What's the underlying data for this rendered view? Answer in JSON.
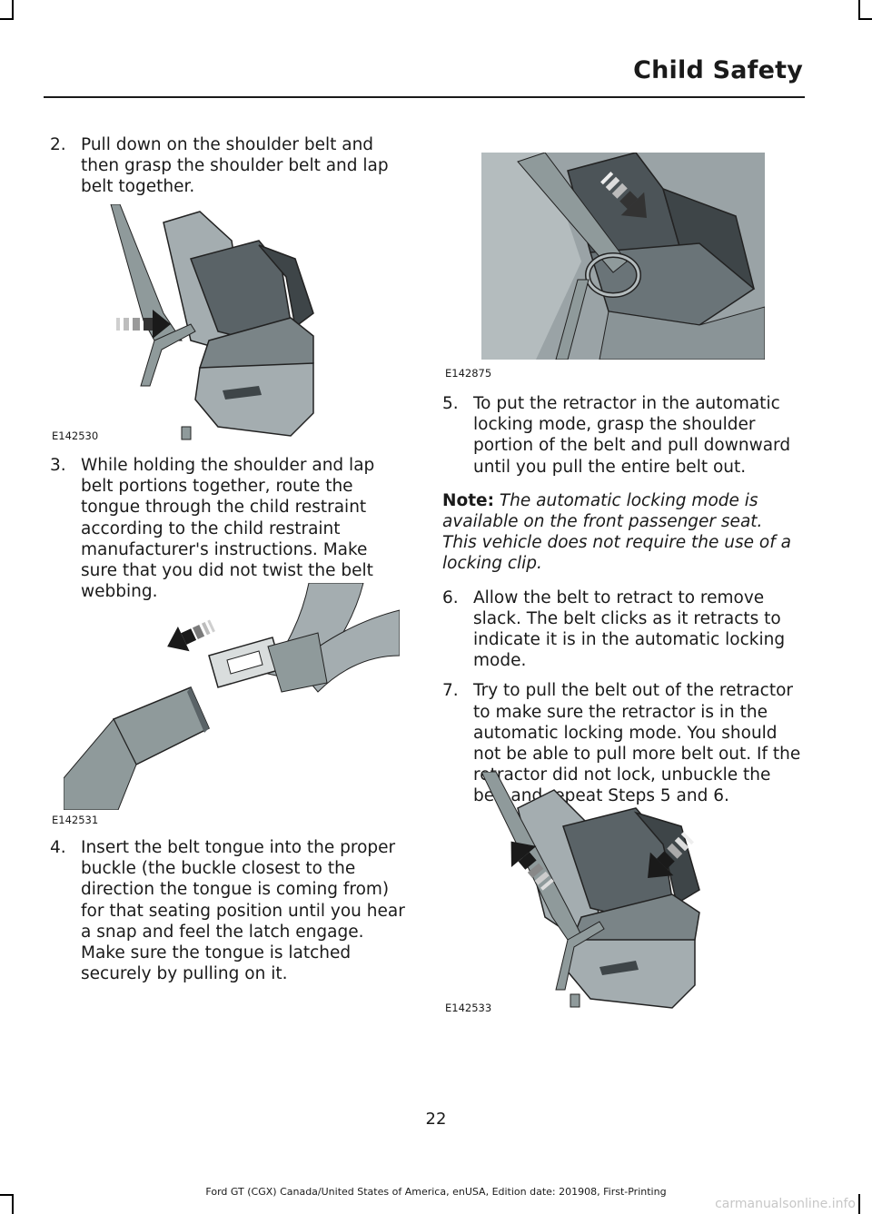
{
  "header": {
    "title": "Child Safety"
  },
  "steps": {
    "s2": {
      "num": "2.",
      "text": "Pull down on the shoulder belt and then grasp the shoulder belt and lap belt together."
    },
    "s3": {
      "num": "3.",
      "text": "While holding the shoulder and lap belt portions together, route the tongue through the child restraint according to the child restraint manufacturer's instructions. Make sure that you did not twist the belt webbing."
    },
    "s4": {
      "num": "4.",
      "text": "Insert the belt tongue into the proper buckle (the buckle closest to the direction the tongue is coming from) for that seating position until you hear a snap and feel the latch engage. Make sure the tongue is latched securely by pulling on it."
    },
    "s5": {
      "num": "5.",
      "text": "To put the retractor in the automatic locking mode, grasp the shoulder portion of the belt and pull downward until you pull the entire belt out."
    },
    "s6": {
      "num": "6.",
      "text": "Allow the belt to retract to remove slack. The belt clicks as it retracts to indicate it is in the automatic locking mode."
    },
    "s7": {
      "num": "7.",
      "text": "Try to pull the belt out of the retractor to make sure the retractor is in the automatic locking mode. You should not be able to pull more belt out. If the retractor did not lock, unbuckle the belt and repeat Steps 5 and 6."
    }
  },
  "note": {
    "label": "Note:",
    "text": "The automatic locking mode is available on the front passenger seat. This vehicle does not require the use of a locking clip."
  },
  "figures": {
    "f1": "E142530",
    "f2": "E142531",
    "f3": "E142875",
    "f4": "E142533"
  },
  "page_number": "22",
  "footer": "Ford GT (CGX) Canada/United States of America, enUSA, Edition date: 201908, First-Printing",
  "watermark": "carmanualsonline.info",
  "colors": {
    "seat_light": "#a4adb0",
    "seat_dark": "#4c5458",
    "belt": "#8f9a9b",
    "arrow": "#1a1a1a"
  }
}
